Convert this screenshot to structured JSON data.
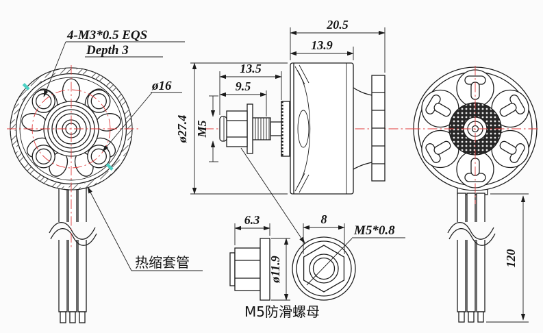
{
  "drawing": {
    "type": "brushless-motor-dimension-drawing",
    "colors": {
      "background": "#fbfbfb",
      "line": "#1c1c1c",
      "centerline": "#e03a3a",
      "accent_teal": "#4fd1c5"
    },
    "front_view": {
      "mount_note_line1": "4-M3*0.5 EQS",
      "mount_note_line2": "Depth 3",
      "bolt_circle_dia": "ø16",
      "heat_shrink_label": "热缩套管"
    },
    "side_view": {
      "overall_length": "20.5",
      "bell_length": "13.9",
      "shaft_length": "13.5",
      "thread_length": "9.5",
      "body_diameter": "ø27.4",
      "shaft_thread": "M5"
    },
    "nut_detail": {
      "height": "6.3",
      "flange_diameter": "ø11.9",
      "across_flats": "8",
      "thread_spec": "M5*0.8",
      "label": "M5防滑螺母"
    },
    "rear_view": {
      "wire_length": "120"
    }
  }
}
